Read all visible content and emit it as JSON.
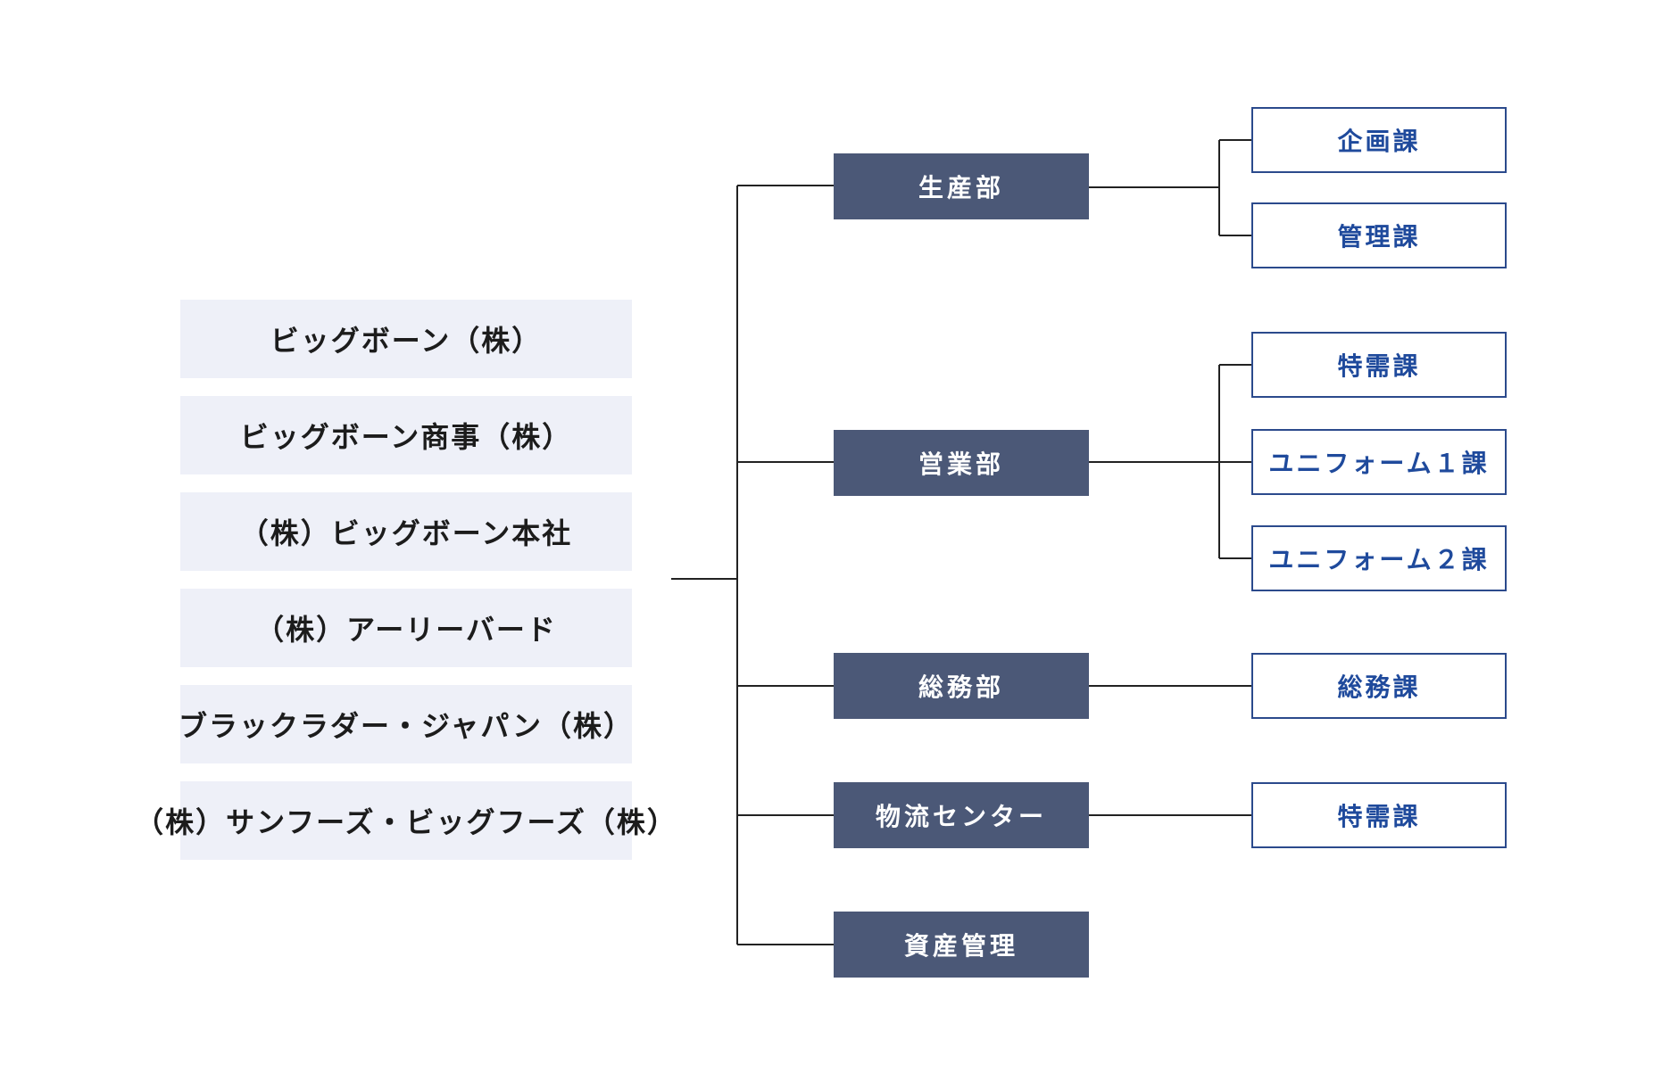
{
  "colors": {
    "company_bg": "#eef0f8",
    "dept_bg": "#4b5877",
    "section_border": "#2b4a8c",
    "section_text": "#1f4a9c",
    "line": "#222222"
  },
  "companies": [
    {
      "label": "ビッグボーン（株）"
    },
    {
      "label": "ビッグボーン商事（株）"
    },
    {
      "label": "（株）ビッグボーン本社"
    },
    {
      "label": "（株）アーリーバード"
    },
    {
      "label": "ブラックラダー・ジャパン（株）"
    },
    {
      "label": "（株）サンフーズ・ビッグフーズ（株）"
    }
  ],
  "departments": [
    {
      "label": "生産部",
      "sections": [
        {
          "label": "企画課"
        },
        {
          "label": "管理課"
        }
      ]
    },
    {
      "label": "営業部",
      "sections": [
        {
          "label": "特需課"
        },
        {
          "label": "ユニフォーム１課"
        },
        {
          "label": "ユニフォーム２課"
        }
      ]
    },
    {
      "label": "総務部",
      "sections": [
        {
          "label": "総務課"
        }
      ]
    },
    {
      "label": "物流センター",
      "sections": [
        {
          "label": "特需課"
        }
      ]
    },
    {
      "label": "資産管理",
      "sections": []
    }
  ]
}
